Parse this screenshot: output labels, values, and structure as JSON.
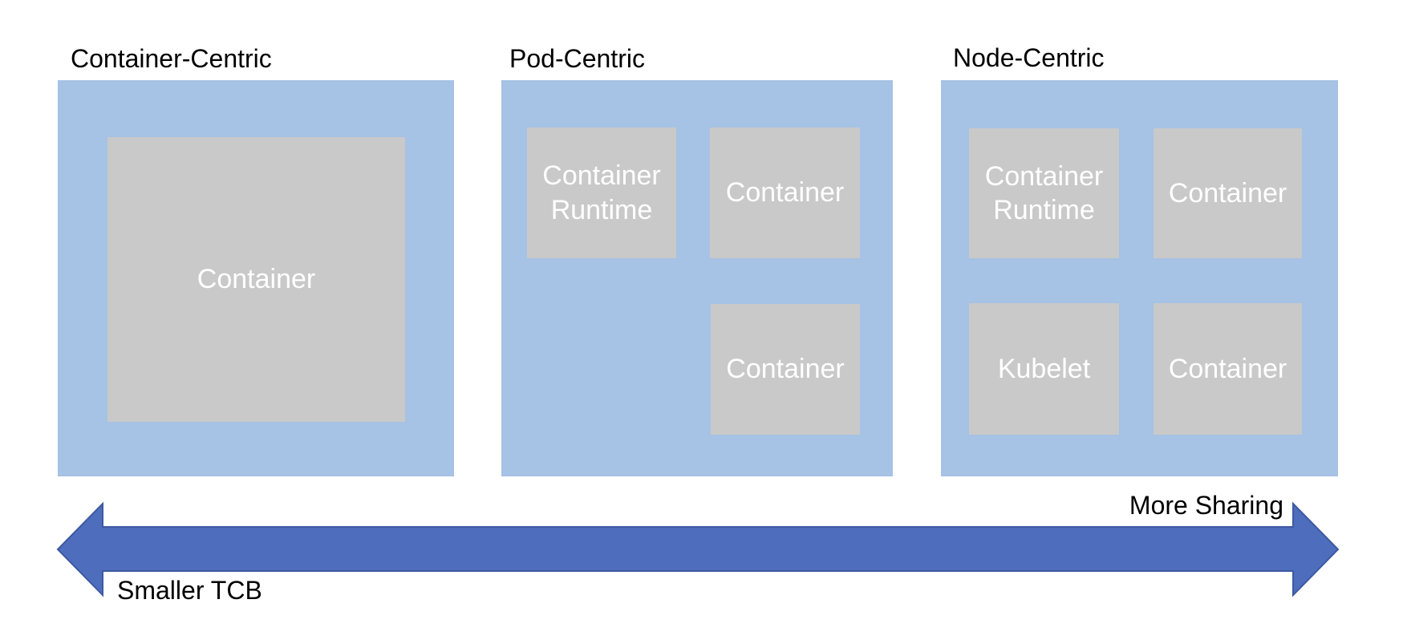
{
  "colors": {
    "background": "#ffffff",
    "panel_fill": "#a6c2e4",
    "box_fill": "#c9c9c9",
    "box_text": "#ffffff",
    "title_text": "#000000",
    "arrow_fill": "#4e6ebd",
    "arrow_stroke": "#3d59a1"
  },
  "panels": [
    {
      "title": "Container-Centric",
      "boxes": [
        {
          "label": "Container"
        }
      ]
    },
    {
      "title": "Pod-Centric",
      "boxes": [
        {
          "label": "Container Runtime"
        },
        {
          "label": "Container"
        },
        {
          "label": "Container"
        }
      ]
    },
    {
      "title": "Node-Centric",
      "boxes": [
        {
          "label": "Container Runtime"
        },
        {
          "label": "Container"
        },
        {
          "label": "Kubelet"
        },
        {
          "label": "Container"
        }
      ]
    }
  ],
  "axis": {
    "left_label": "Smaller TCB",
    "right_label": "More Sharing"
  }
}
